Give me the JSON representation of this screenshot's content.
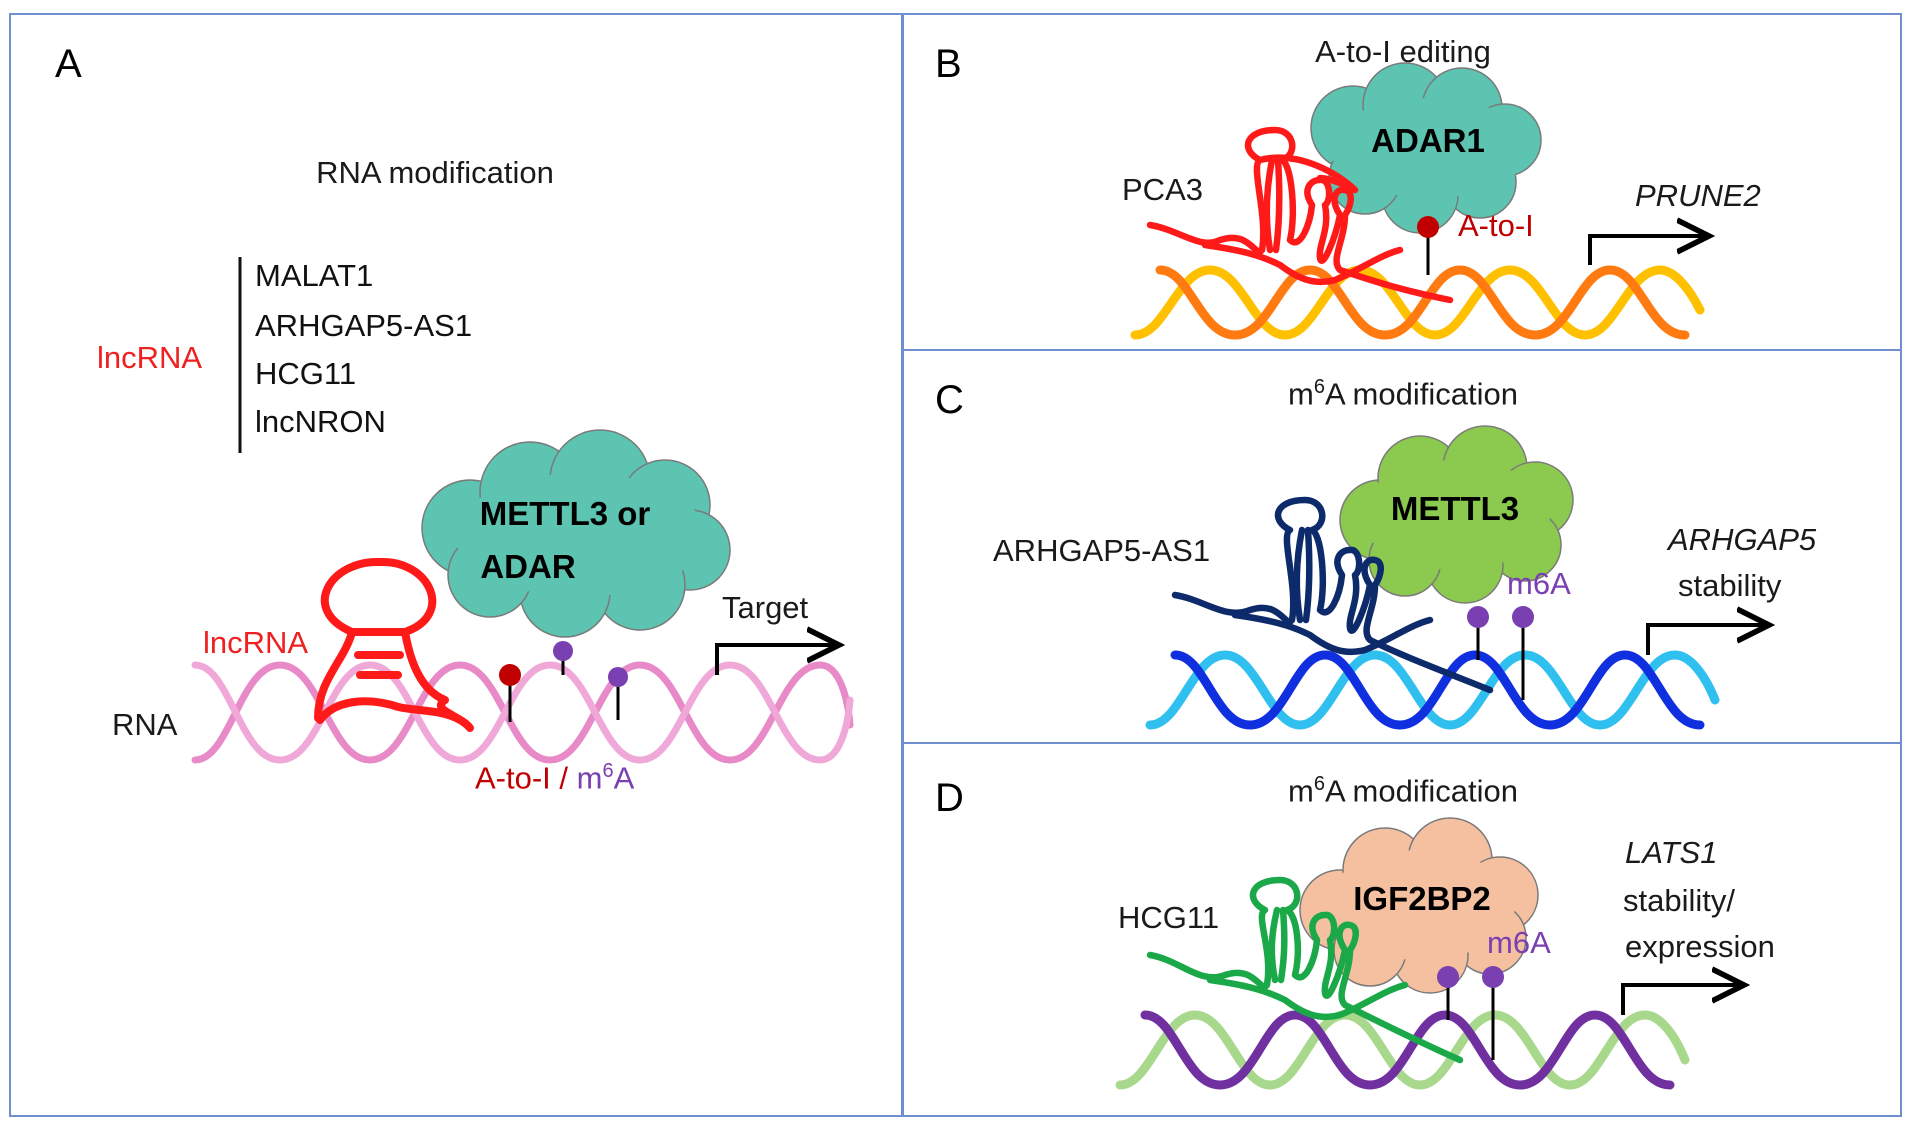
{
  "panels": {
    "a": {
      "letter": "A",
      "title": "RNA modification",
      "lncrna_group_label": "lncRNA",
      "lncrna_list": [
        "MALAT1",
        "ARHGAP5-AS1",
        "HCG11",
        "lncNRON"
      ],
      "enzyme_line1": "METTL3 or",
      "enzyme_line2": "ADAR",
      "lncrna_label": "lncRNA",
      "rna_label": "RNA",
      "target_label": "Target",
      "mod_a_to_i": "A-to-I",
      "mod_sep": " / ",
      "mod_m": "m",
      "mod_sup": "6",
      "mod_a": "A"
    },
    "b": {
      "letter": "B",
      "title": "A-to-I editing",
      "enzyme": "ADAR1",
      "lncrna": "PCA3",
      "mark_label": "A-to-I",
      "target": "PRUNE2"
    },
    "c": {
      "letter": "C",
      "title_m": "m",
      "title_sup": "6",
      "title_rest": "A modification",
      "enzyme": "METTL3",
      "lncrna": "ARHGAP5-AS1",
      "mark_label": "m6A",
      "target": "ARHGAP5",
      "target_sub": "stability"
    },
    "d": {
      "letter": "D",
      "title_m": "m",
      "title_sup": "6",
      "title_rest": "A modification",
      "enzyme": "IGF2BP2",
      "lncrna": "HCG11",
      "mark_label": "m6A",
      "target": "LATS1",
      "target_sub1": "stability/",
      "target_sub2": "expression"
    }
  },
  "colors": {
    "border": "#6f8fd0",
    "lncrna_red": "#ff1a1a",
    "teal_cloud": "#5cc4b0",
    "green_cloud": "#8cc94f",
    "peach_cloud": "#f4c0a0",
    "dark_red_mark": "#c00000",
    "purple_mark": "#7a3fb0",
    "navy_rna": "#0d2a6b",
    "green_rna": "#1aa848",
    "pink_helix": "#e889c8",
    "yellow_helix": "#ffc000",
    "orange_helix": "#ff7a10",
    "lightblue_helix": "#2fc0f0",
    "blue_helix": "#1030e0",
    "lightgreen_helix": "#a8d88c",
    "violet_helix": "#7030a0"
  }
}
